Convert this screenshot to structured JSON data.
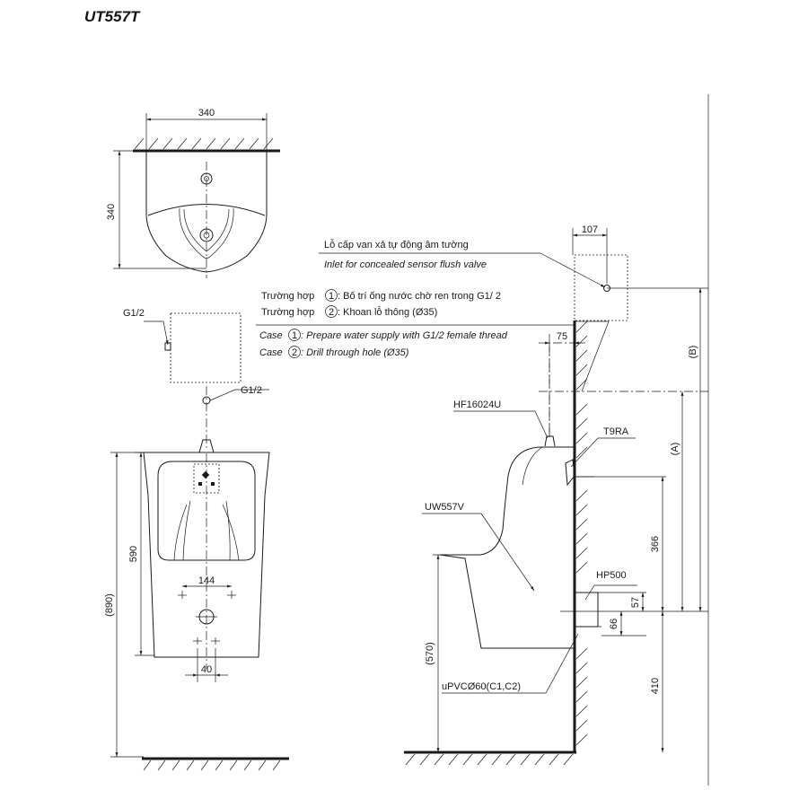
{
  "model_code": "UT557T",
  "dimensions": {
    "top_width": "340",
    "top_depth": "340",
    "front_height": "590",
    "overall_height": "(890)",
    "bolt_spacing": "144",
    "outlet_spacing": "40",
    "valve_width": "107",
    "pipe_offset": "75",
    "dim_b": "(B)",
    "dim_a": "(A)",
    "sensor_height": "366",
    "rim_height": "(570)",
    "outlet_height": "410",
    "hanger_offset_1": "57",
    "hanger_offset_2": "66"
  },
  "labels": {
    "g12_left": "G1/2",
    "g12_right": "G1/2",
    "vn_inlet": "Lỗ cấp van xả tự động âm tường",
    "en_inlet": "Inlet for concealed sensor flush valve",
    "vn_case1_prefix": "Trường hợp",
    "vn_case1_text": ": Bố trí ống nước chờ ren trong G1/ 2",
    "vn_case2_prefix": "Trường hợp",
    "vn_case2_text": ": Khoan lỗ thông (Ø35)",
    "en_case1_prefix": "Case",
    "en_case1_text": ": Prepare water supply with G1/2 female thread",
    "en_case2_prefix": "Case",
    "en_case2_text": ": Drill through hole (Ø35)",
    "case1_num": "1",
    "case2_num": "2",
    "hf": "HF16024U",
    "t9ra": "T9RA",
    "uw": "UW557V",
    "hp": "HP500",
    "upvc": "uPVCØ60(C1,C2)"
  }
}
